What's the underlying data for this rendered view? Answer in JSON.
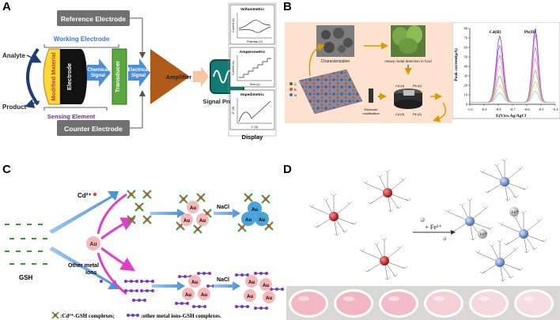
{
  "panels": {
    "a": {
      "letter": "A",
      "reference_electrode": "Reference Electrode",
      "working_electrode": "Working Electrode",
      "counter_electrode": "Counter Electrode",
      "analyte": "Analyte",
      "product": "Product",
      "modified_material": "Modified Material",
      "electrode": "Electrode",
      "chemical_signal": [
        "Chemical",
        "Signal"
      ],
      "transducer": "Transducer",
      "electrical_signal": [
        "Electrical",
        "Signal"
      ],
      "amplifier": "Amplifier",
      "sensing_element": "Sensing Element",
      "signal_processor": "Signal Processor",
      "display": "Display",
      "plots": [
        {
          "title": "Voltammetric",
          "ylabel": "Current (A)",
          "xlabel": "Potential (V)"
        },
        {
          "title": "Amperometric",
          "ylabel": "Current (A)",
          "xlabel": "Time (s)"
        },
        {
          "title": "Impedimetric",
          "ylabel": "-Z'' (Ω)",
          "xlabel": "Z' (Ω)"
        }
      ]
    },
    "b": {
      "letter": "B",
      "characterization": "Characterization",
      "heavy_metal": "Heavy metal detection in food",
      "electrode_modification": [
        "Electrode",
        "modification"
      ],
      "cd2": "Cd (II)",
      "pb2": "Pb (II)",
      "cd2_low": "Cd (II)",
      "pb2_low": "Pb (II)",
      "legend": [
        "C",
        "B",
        "N"
      ],
      "chart": {
        "ylabel": "Peak current(μA)",
        "xlabel": "E(V)vs.Ag/AgCl",
        "xticks": [
          "-1.0",
          "-0.9",
          "-0.8",
          "-0.7",
          "-0.6",
          "-0.5",
          "-0.4"
        ],
        "yticks": [
          "0",
          "10",
          "20",
          "30",
          "40",
          "50",
          "60",
          "70",
          "80"
        ],
        "cd_label": "Cd(II)",
        "pb_label": "Pb(II)"
      }
    },
    "c": {
      "letter": "C",
      "cd": "Cd²⁺",
      "au": "Au",
      "nacl": "NaCl",
      "other_metal": [
        "Other metal",
        "ions"
      ],
      "gsh": "GSH",
      "legend_cd": ":Cd²⁺-GSH complexes;",
      "legend_other": ":other metal ions-GSH complexes."
    },
    "d": {
      "letter": "D",
      "fe_arrow": "+ Fe³⁺",
      "fe_label": "Fe³⁺"
    }
  },
  "colors": {
    "grey_box": "#707070",
    "blue_arrow": "#4a8fd6",
    "green_box": "#5aa93f",
    "amplifier": "#b05a1a",
    "signal_processor": "#127a74",
    "yellow": "#ffd93a",
    "black_electrode": "#111111",
    "purple_label": "#6a2c91",
    "label_blue": "#3c78d8",
    "cd_red": "#d24a2f",
    "au_pink": "#f4b8b8",
    "au_cluster": "#4ba3d9",
    "gsh_green": "#3a9a3a",
    "other_purple": "#8a2be2",
    "peach": "#fde3cf",
    "magenta": "#e040c8"
  }
}
